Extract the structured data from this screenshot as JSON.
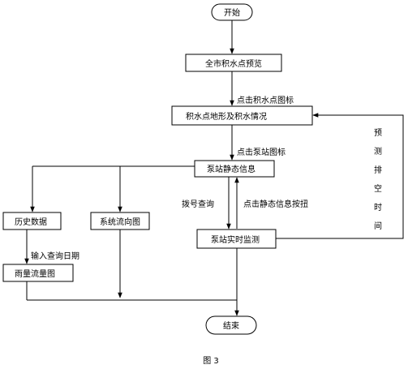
{
  "nodes": {
    "start": "开始",
    "overview": "全市积水点预览",
    "terrain": "积水点地形及积水情况",
    "static_info": "泵站静态信息",
    "history": "历史数据",
    "flow_chart": "系统流向图",
    "realtime": "泵站实时监测",
    "rain_chart": "雨量流量图",
    "end": "结束"
  },
  "edge_labels": {
    "click_waterlogging_icon": "点击积水点图标",
    "click_pump_icon": "点击泵站图标",
    "dial_query": "拨号查询",
    "click_static_button": "点击静态信息按扭",
    "input_query_date": "输入查询日期",
    "preset_time": [
      "预",
      "测",
      "排",
      "空",
      "时",
      "间"
    ]
  },
  "caption": "图 3"
}
